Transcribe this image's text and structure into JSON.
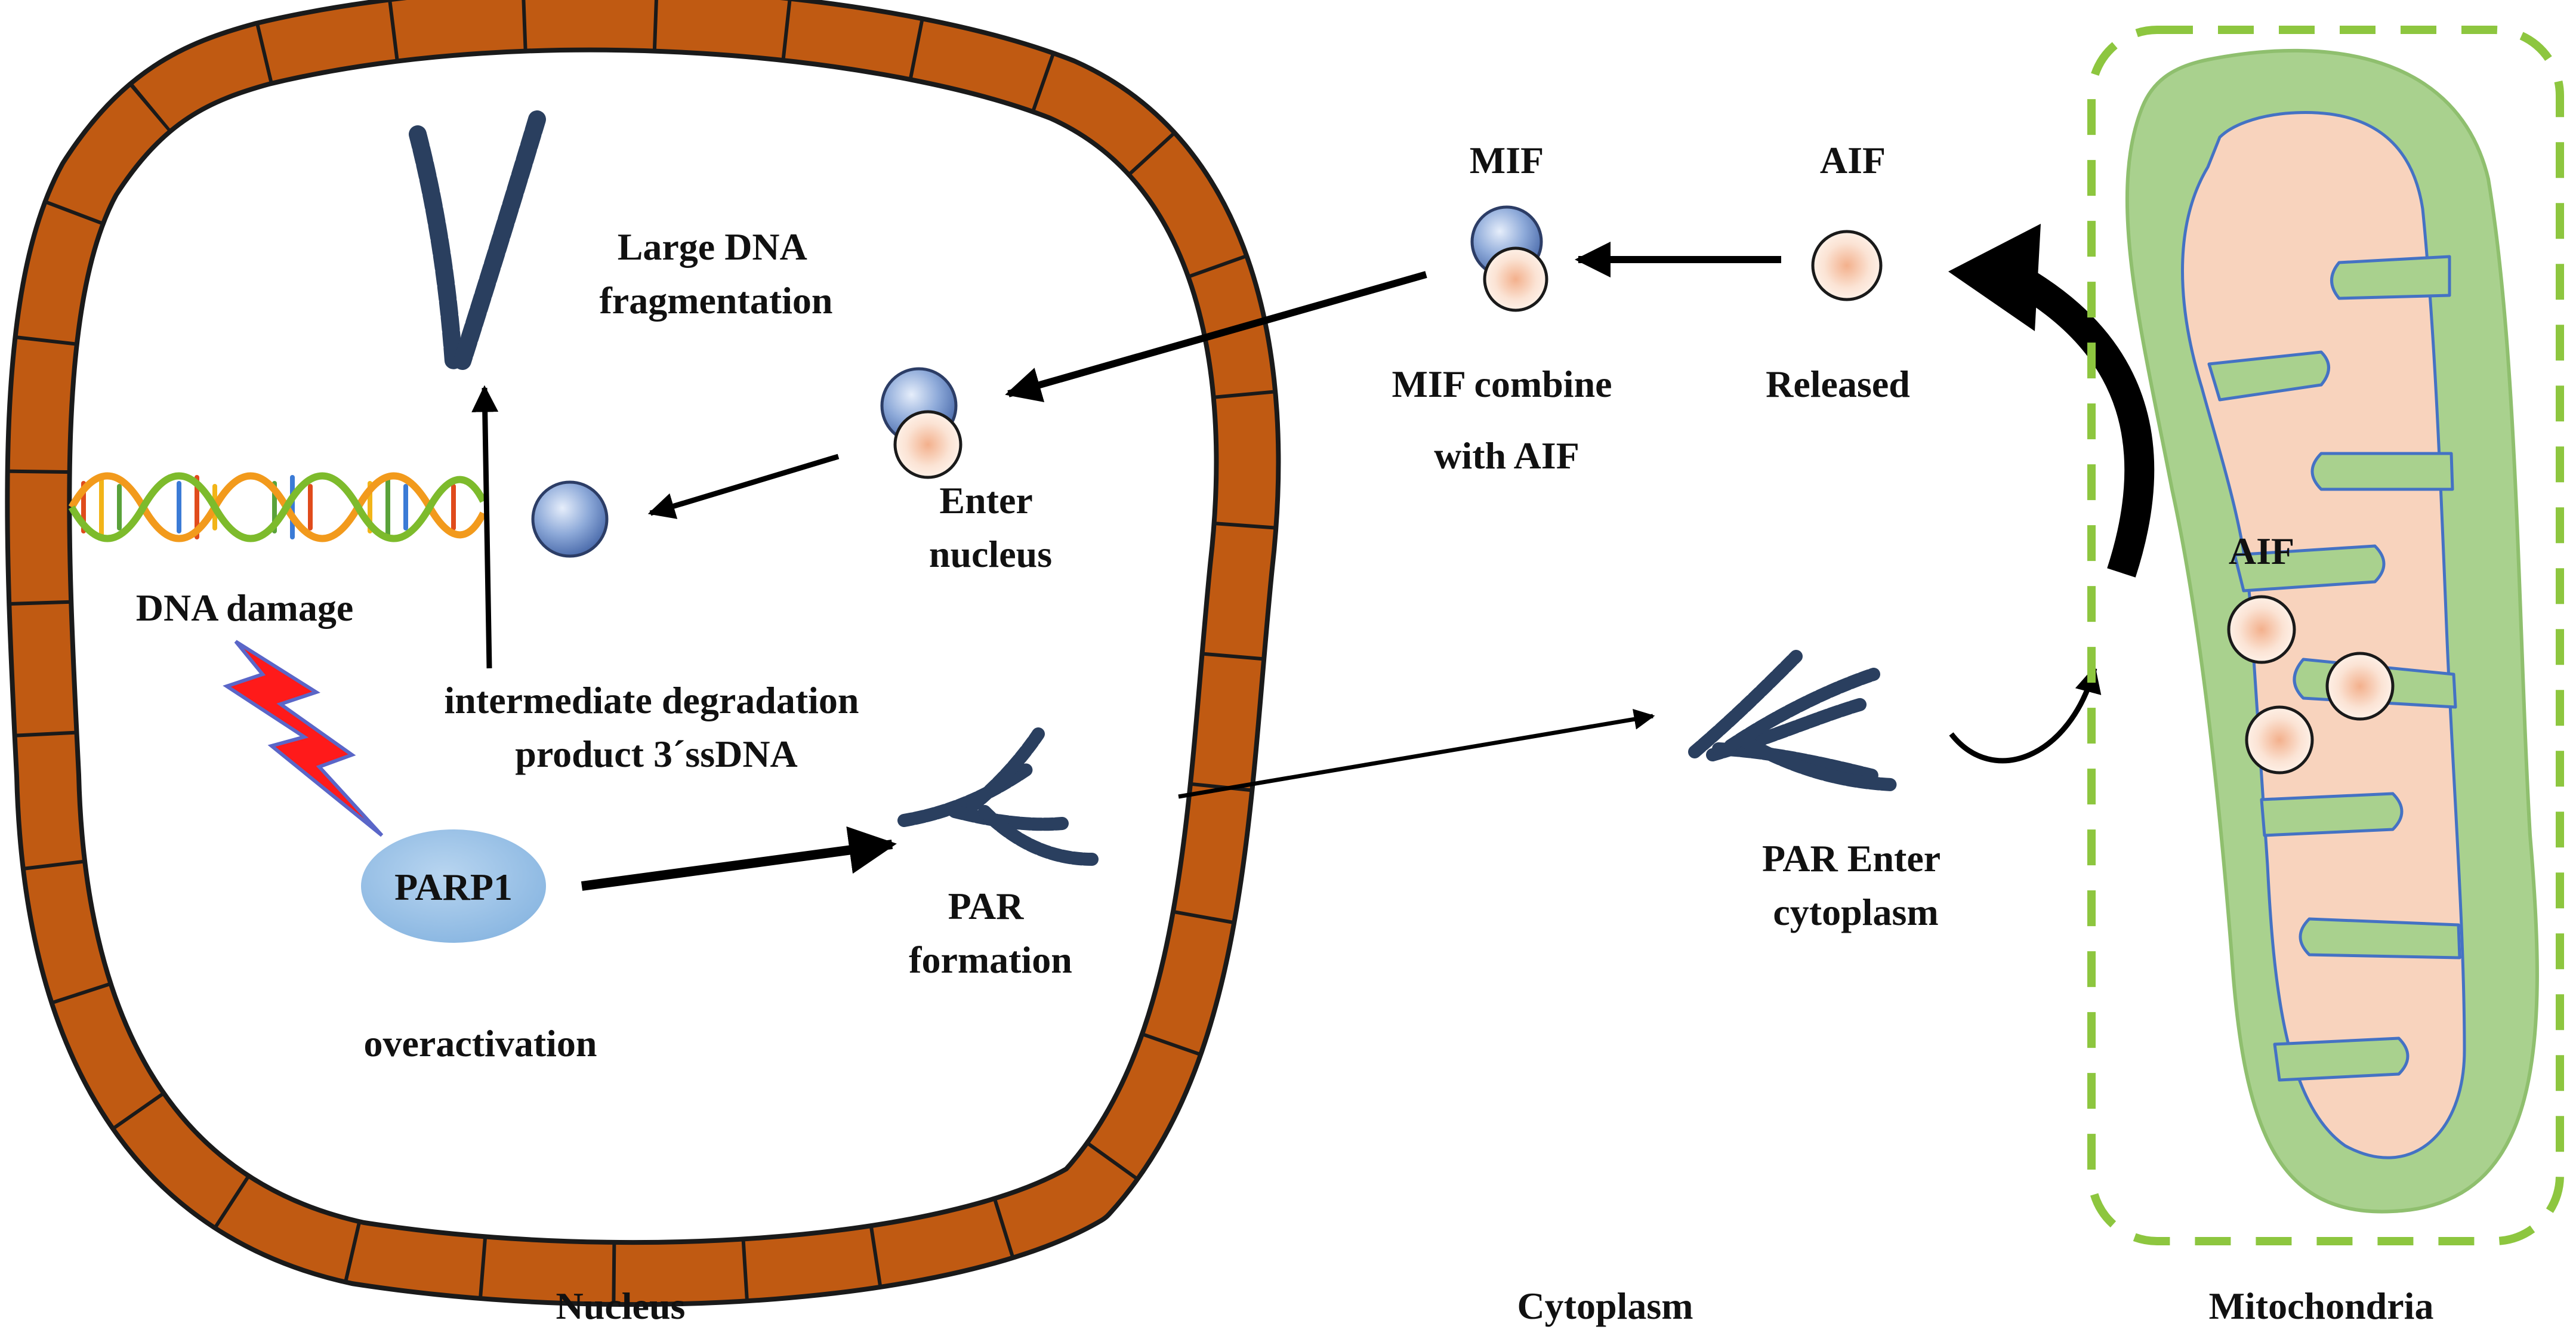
{
  "labels": {
    "large_dna": [
      "Large DNA",
      "fragmentation"
    ],
    "dna_damage": "DNA damage",
    "intermediate": [
      "intermediate degradation",
      "product 3´ssDNA"
    ],
    "parp1": "PARP1",
    "overactivation": "overactivation",
    "par_formation": [
      "PAR",
      "formation"
    ],
    "enter_nucleus": [
      "Enter",
      "nucleus"
    ],
    "mif": "MIF",
    "aif_top": "AIF",
    "mif_combine": [
      "MIF combine",
      "with AIF"
    ],
    "released": "Released",
    "par_enter": [
      "PAR Enter",
      "cytoplasm"
    ],
    "aif_mito": "AIF",
    "nucleus": "Nucleus",
    "cytoplasm": "Cytoplasm",
    "mitochondria": "Mitochondria"
  },
  "colors": {
    "nuclear_membrane": "#c05a12",
    "mito_outer": "#a9d18e",
    "mito_inner": "#f8d3bd",
    "mito_dashed_border": "#8dc63f",
    "mif_blue": "#7f9fd6",
    "aif_peach": "#f6c7a9",
    "parp1": "#9dc3e6",
    "lightning": "#ff1a1a",
    "chromosome": "#2a3f5f"
  }
}
